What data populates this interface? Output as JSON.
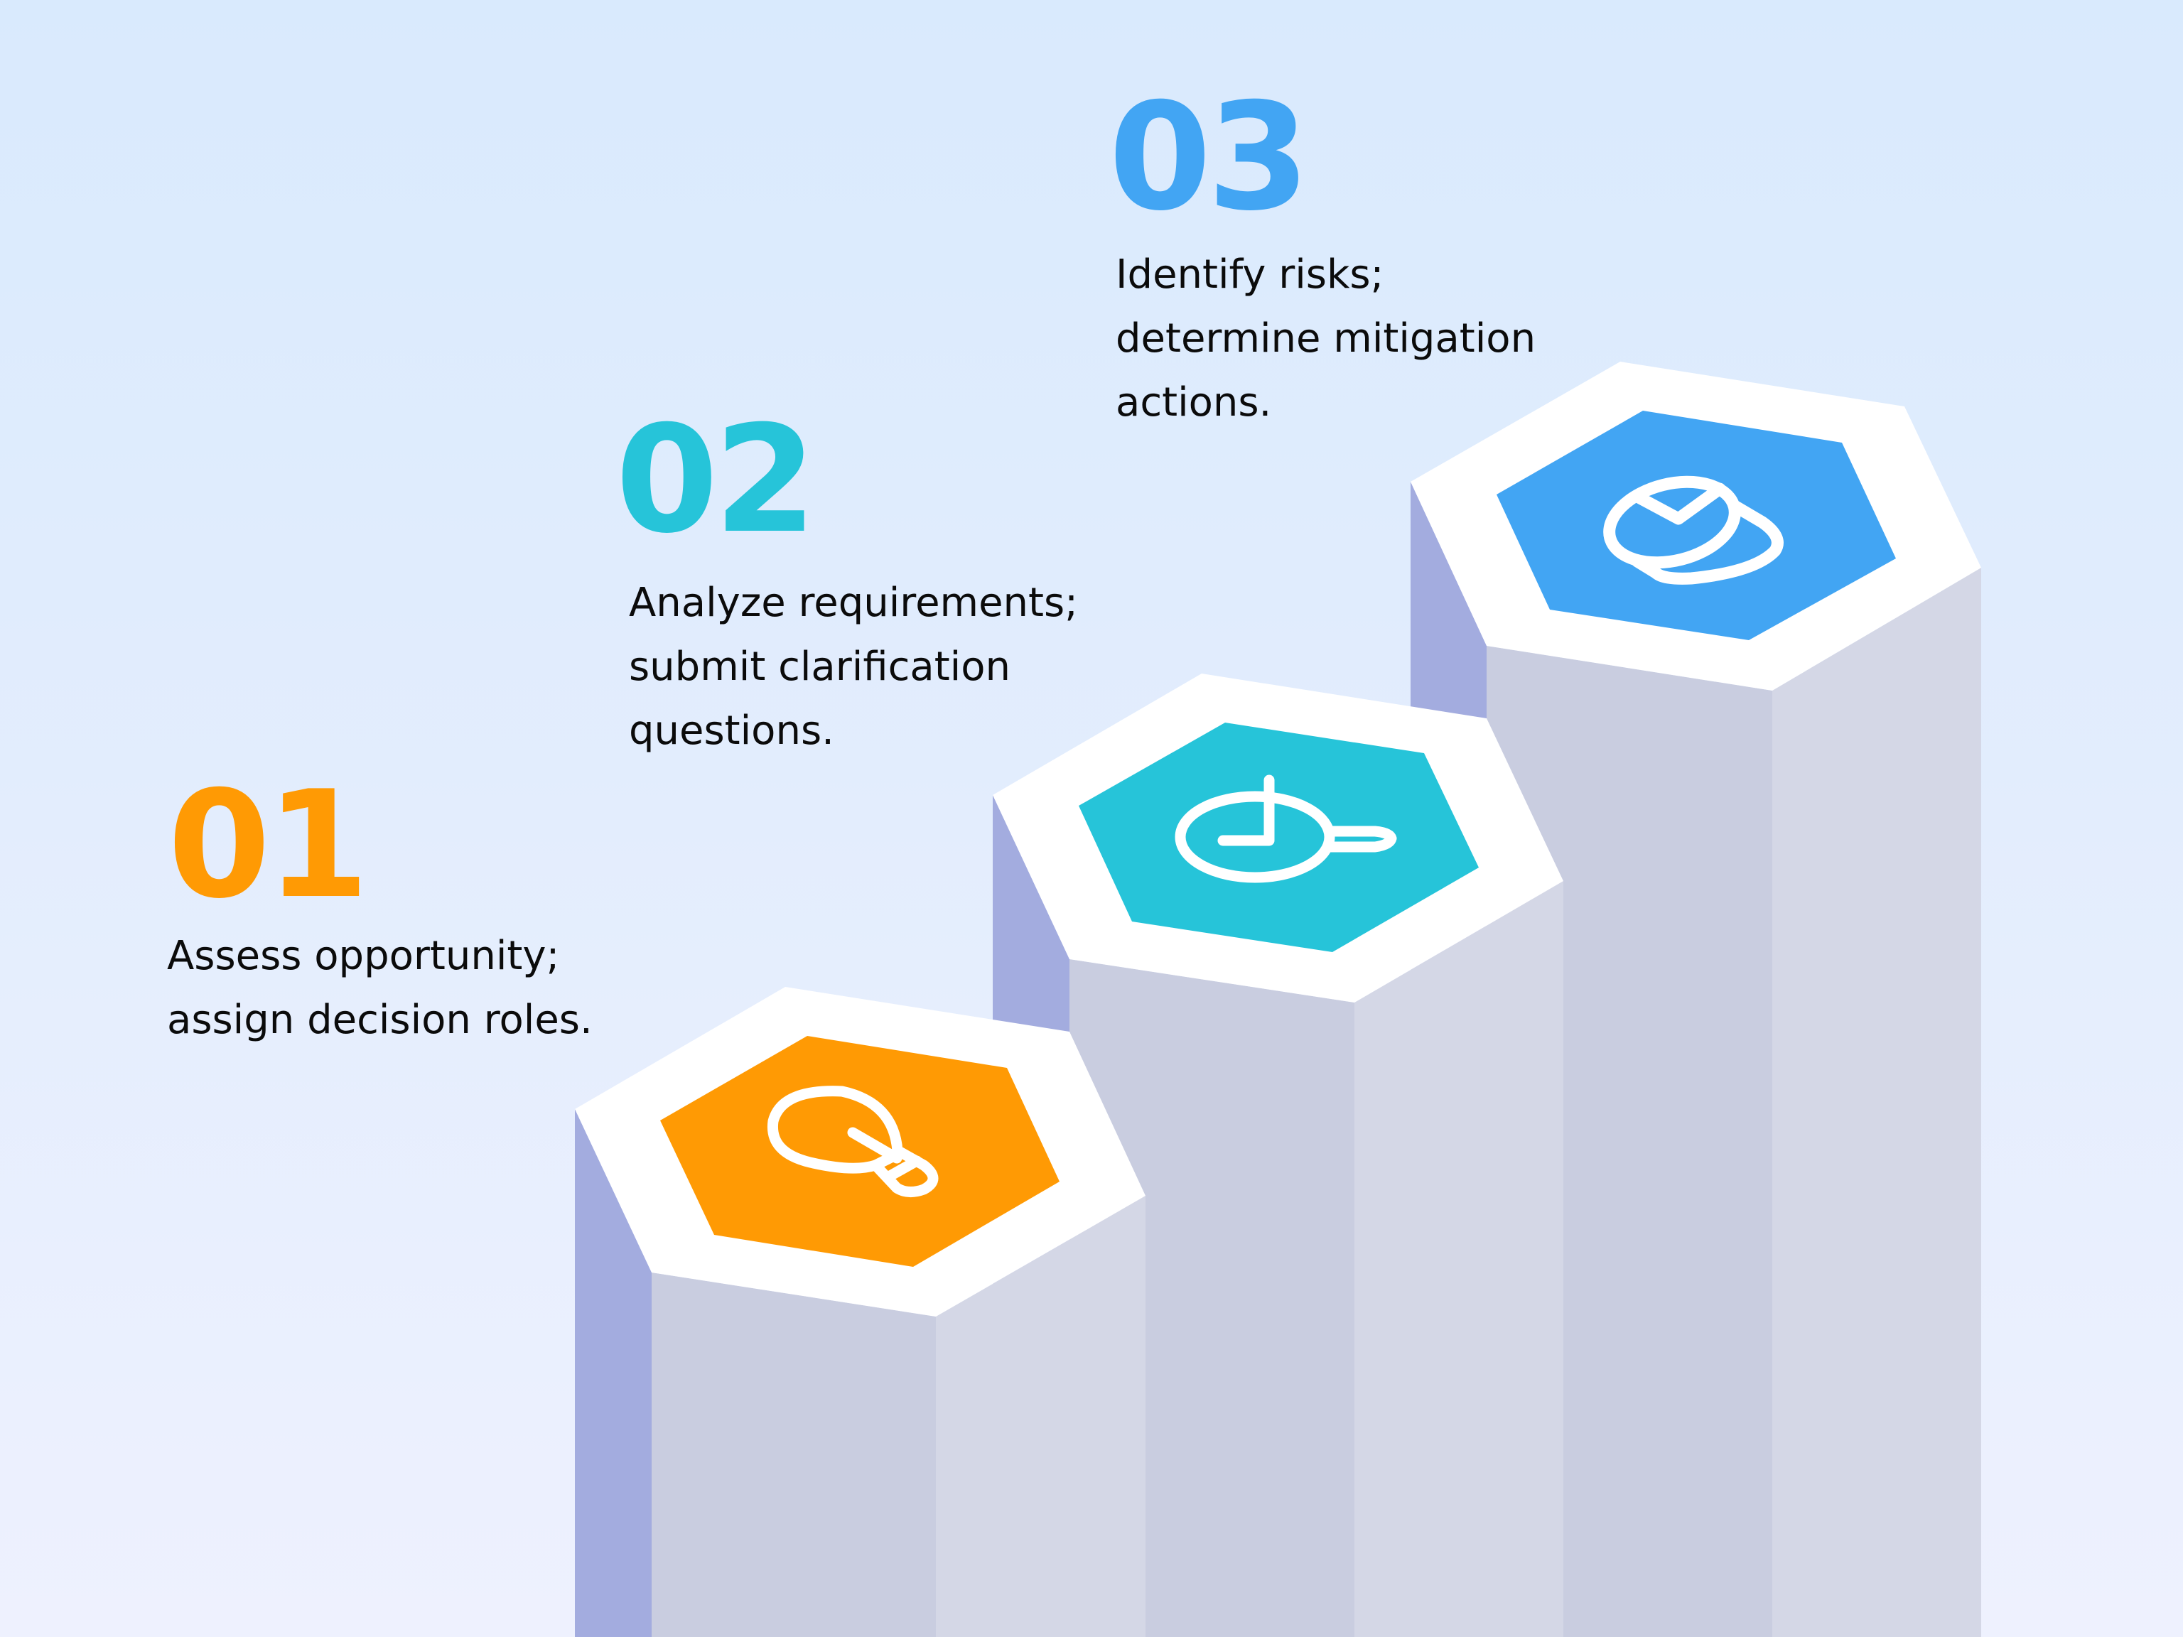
{
  "diagram": {
    "type": "isometric-stepped-pillars",
    "background": {
      "top": "#D9EAFD",
      "bottom": "#EEF1FE"
    },
    "pillar_colors": {
      "left_face": "#A3ACDF",
      "front_face": "#C9CDE0",
      "right_face": "#D4D7E6",
      "top_rim": "#FFFFFF"
    },
    "steps": [
      {
        "number": "01",
        "color": "#FF9A04",
        "lines": [
          "Assess opportunity;",
          "assign decision roles."
        ],
        "icon": "lightbulb-icon"
      },
      {
        "number": "02",
        "color": "#26C4D9",
        "lines": [
          "Analyze requirements;",
          "submit clarification",
          "questions."
        ],
        "icon": "search-clock-icon"
      },
      {
        "number": "03",
        "color": "#42A5F3",
        "lines": [
          "Identify risks;",
          "determine mitigation",
          "actions."
        ],
        "icon": "pie-chart-icon"
      }
    ]
  }
}
